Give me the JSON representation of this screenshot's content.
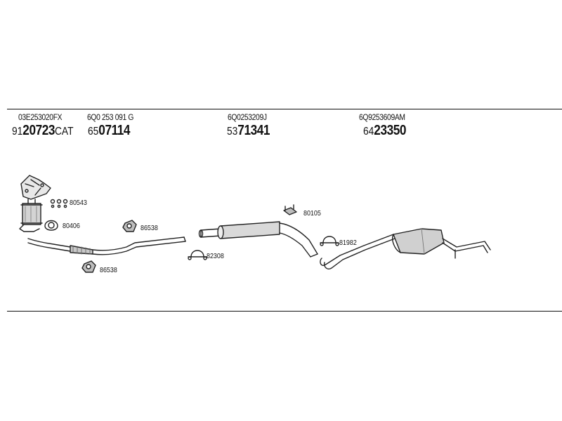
{
  "columns": [
    {
      "oem": "03E253020FX",
      "prefix": "91",
      "number": "20723",
      "suffix": "CAT"
    },
    {
      "oem": "6Q0 253 091 G",
      "prefix": "65",
      "number": "07114",
      "suffix": ""
    },
    {
      "oem": "6Q0253209J",
      "prefix": "53",
      "number": "71341",
      "suffix": ""
    },
    {
      "oem": "6Q9253609AM",
      "prefix": "64",
      "number": "23350",
      "suffix": ""
    }
  ],
  "callouts": [
    "80543",
    "80406",
    "86538",
    "86538",
    "82308",
    "80105",
    "81982"
  ]
}
